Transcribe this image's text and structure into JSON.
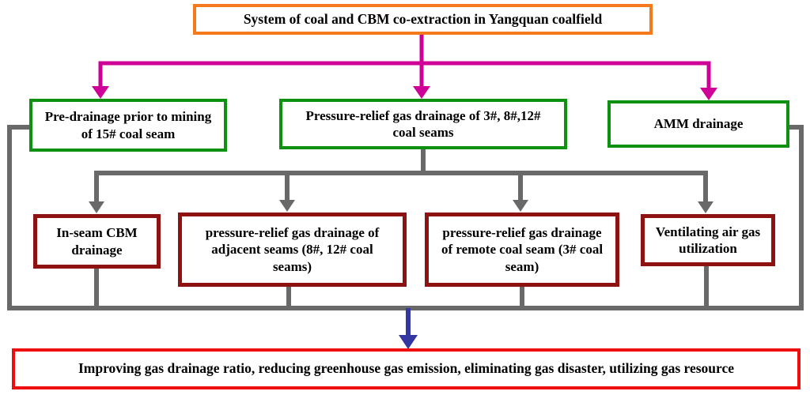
{
  "diagram": {
    "title": "System of coal and CBM co-extraction in Yangquan coalfield",
    "level1": [
      {
        "label": "Pre-drainage prior to mining of 15# coal seam"
      },
      {
        "label": "Pressure-relief gas drainage of 3#, 8#,12# coal seams"
      },
      {
        "label": "AMM drainage"
      }
    ],
    "level2": [
      {
        "label": "In-seam CBM drainage"
      },
      {
        "label": "pressure-relief gas drainage of adjacent seams (8#, 12# coal seams)"
      },
      {
        "label": "pressure-relief gas drainage of remote coal seam (3# coal seam)"
      },
      {
        "label": "Ventilating air gas utilization"
      }
    ],
    "outcome": "Improving gas drainage ratio, reducing greenhouse gas emission, eliminating gas disaster, utilizing gas resource"
  },
  "colors": {
    "orange": "#F5791D",
    "green": "#0E9110",
    "maroon": "#8E1212",
    "red": "#EE0E0E",
    "magenta": "#CE0098",
    "gray": "#696969",
    "blue": "#3437A2",
    "text": "#000000",
    "bg": "#FFFFFF"
  }
}
